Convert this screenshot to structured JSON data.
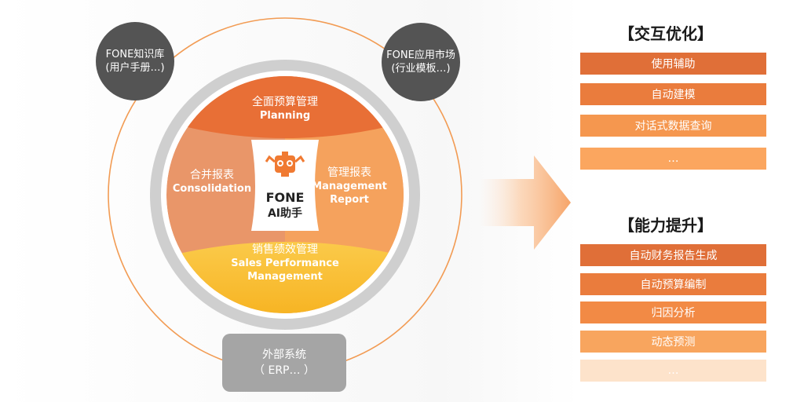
{
  "diagram": {
    "top_left_node": {
      "line1": "FONE知识库",
      "line2": "(用户手册…)"
    },
    "top_right_node": {
      "line1": "FONE应用市场",
      "line2": "(行业模板…)"
    },
    "bottom_node": {
      "line1": "外部系统",
      "line2": "（ ERP… ）"
    },
    "segments": {
      "top": {
        "cn": "全面预算管理",
        "en": "Planning",
        "color": "#e86f36"
      },
      "left": {
        "cn": "合并报表",
        "en": "Consolidation",
        "color": "#e99669"
      },
      "right": {
        "cn": "管理报表",
        "en": "Management Report",
        "color": "#f5a25d"
      },
      "bottom": {
        "cn": "销售绩效管理",
        "en": "Sales Performance Management",
        "color": "#fbbf3c"
      }
    },
    "core": {
      "title": "FONE",
      "subtitle": "AI助手",
      "robot_icon": "robot-icon",
      "accent": "#f07a32"
    },
    "ring_color": "#f29b53",
    "node_color": "#545454"
  },
  "panels": [
    {
      "title": "【交互优化】",
      "items": [
        {
          "label": "使用辅助",
          "color": "#e06f38"
        },
        {
          "label": "自动建模",
          "color": "#ea7c3d"
        },
        {
          "label": "对话式数据查询",
          "color": "#f5974f"
        },
        {
          "label": "…",
          "color": "#fba65f"
        }
      ]
    },
    {
      "title": "【能力提升】",
      "items": [
        {
          "label": "自动财务报告生成",
          "color": "#e06f38"
        },
        {
          "label": "自动预算编制",
          "color": "#ea7c3d"
        },
        {
          "label": "归因分析",
          "color": "#f28a45"
        },
        {
          "label": "动态预测",
          "color": "#f8a55e"
        },
        {
          "label": "…",
          "color": "#fde3cb"
        }
      ]
    }
  ]
}
